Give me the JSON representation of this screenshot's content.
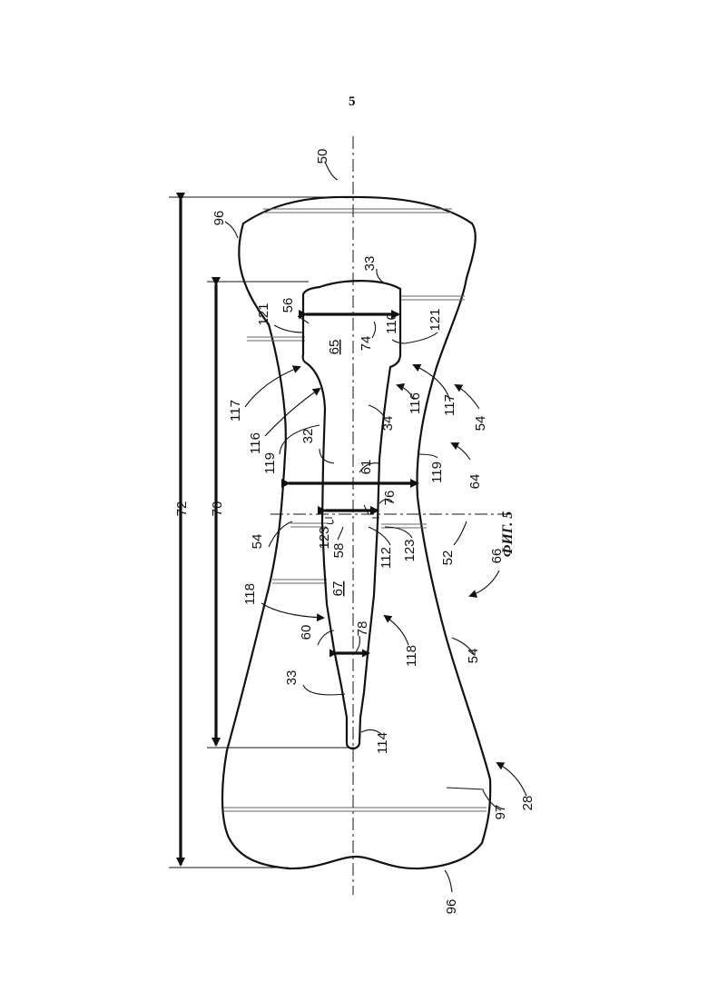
{
  "page_number": "5",
  "figure_caption": "ФИГ. 5",
  "labels": {
    "l50": "50",
    "l96_top": "96",
    "l33_top": "33",
    "l121_left": "121",
    "l56": "56",
    "l65": "65",
    "l74": "74",
    "l110": "110",
    "l121_right": "121",
    "l117_left": "117",
    "l116_left": "116",
    "l116_right": "116",
    "l117_right": "117",
    "l54_right": "54",
    "l32": "32",
    "l34": "34",
    "l119_left": "119",
    "l61": "61",
    "l119_right": "119",
    "l64": "64",
    "l76": "76",
    "l72": "72",
    "l70": "70",
    "l54_left": "54",
    "l123_left": "123",
    "l58": "58",
    "l112": "112",
    "l123_right": "123",
    "l52": "52",
    "l66": "66",
    "l118_left": "118",
    "l67": "67",
    "l60": "60",
    "l78": "78",
    "l118_right": "118",
    "l54_bottom": "54",
    "l33_bottom": "33",
    "l114": "114",
    "l97": "97",
    "l28": "28",
    "l96_bottom": "96"
  }
}
